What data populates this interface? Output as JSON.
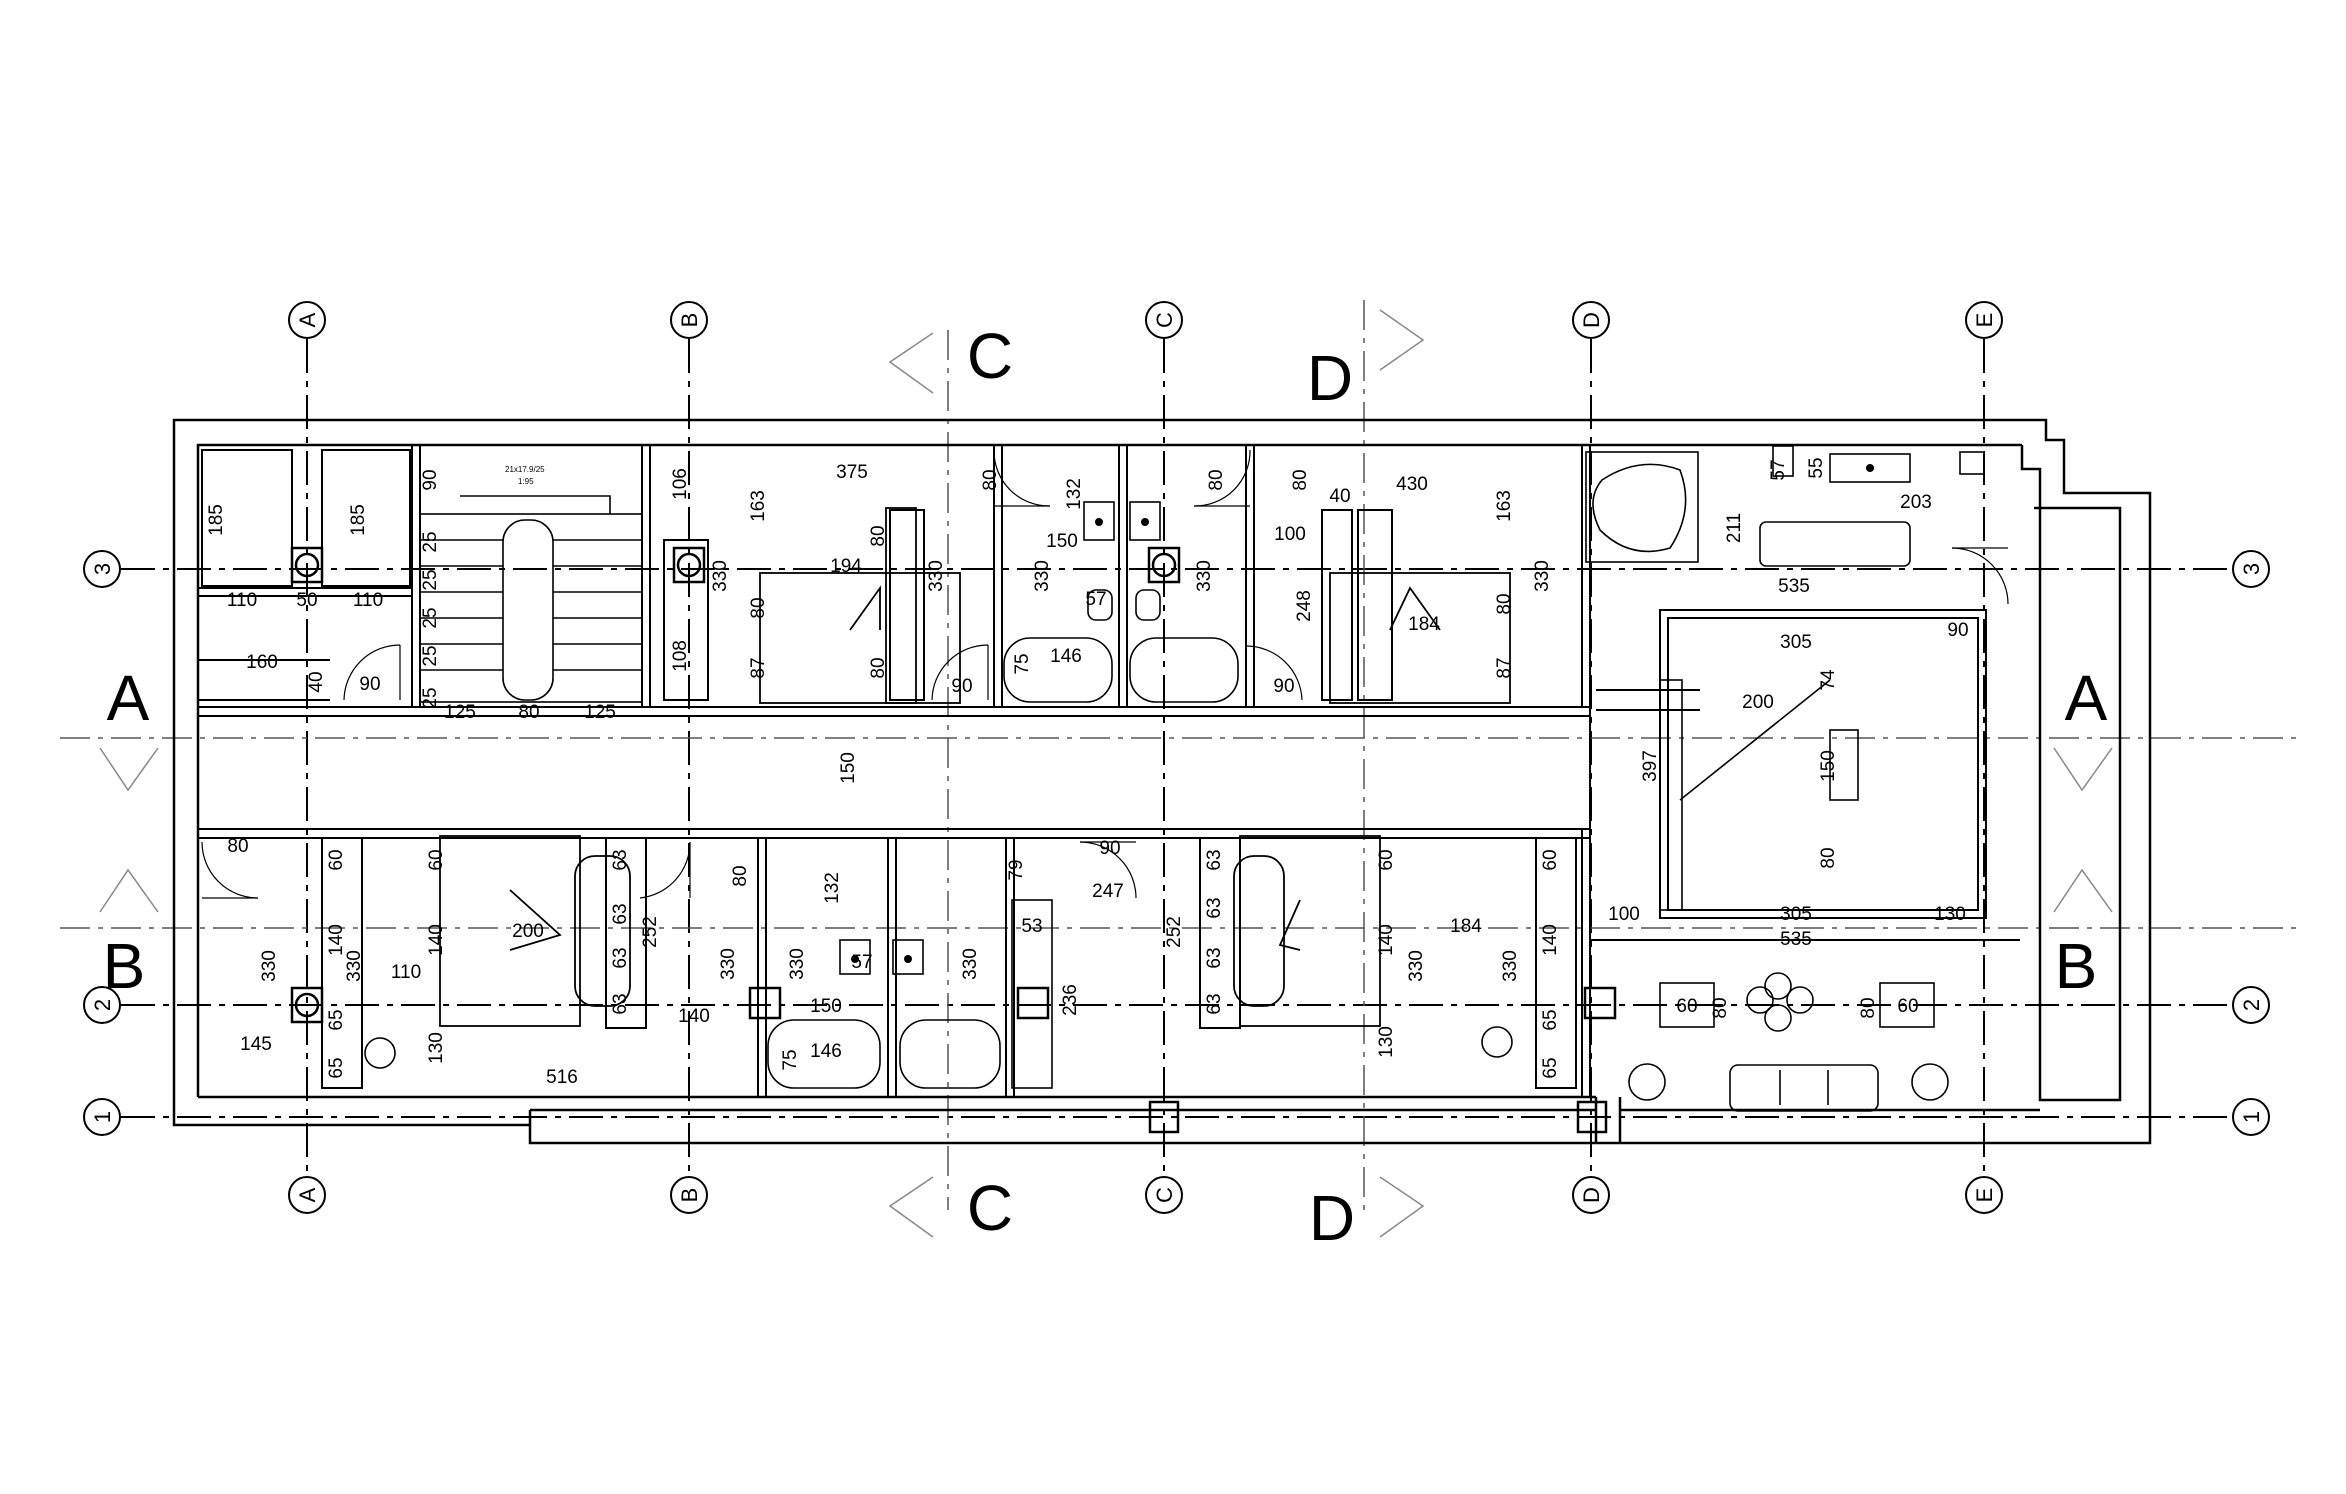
{
  "grid": {
    "columns": [
      "A",
      "B",
      "C",
      "D",
      "E"
    ],
    "rows": [
      "1",
      "2",
      "3"
    ]
  },
  "sections": {
    "c_top": "C",
    "d_top": "D",
    "c_bottom": "C",
    "d_bottom": "D",
    "a_left": "A",
    "a_right": "A",
    "b_left": "B",
    "b_right": "B"
  },
  "stair_note": {
    "line1": "21x17.9/25",
    "line2": "1:95"
  },
  "dimensions": {
    "d185a": "185",
    "d185b": "185",
    "d110a": "110",
    "d50": "50",
    "d110b": "110",
    "d160": "160",
    "d40": "40",
    "d90a": "90",
    "d90st": "90",
    "d25a": "25",
    "d25b": "25",
    "d25c": "25",
    "d25d": "25",
    "d25e": "25",
    "d125a": "125",
    "d80st": "80",
    "d125b": "125",
    "d106": "106",
    "d108": "108",
    "d375": "375",
    "d163a": "163",
    "d80r1a": "80",
    "d80r1b": "80",
    "d330r1a": "330",
    "d194": "194",
    "d80r1c": "80",
    "d87a": "87",
    "d80r1d": "80",
    "d330r1b": "330",
    "d90r1": "90",
    "d80r1e": "80",
    "d132a": "132",
    "d150a": "150",
    "d330b1": "330",
    "d57a": "57",
    "d75a": "75",
    "d146a": "146",
    "d330b2": "330",
    "d80r2a": "80",
    "d40r2": "40",
    "d430": "430",
    "d100a": "100",
    "d163b": "163",
    "d248": "248",
    "d184a": "184",
    "d80r2b": "80",
    "d87b": "87",
    "d330r2": "330",
    "d90r2": "90",
    "d57m": "57",
    "d55": "55",
    "d203": "203",
    "d211": "211",
    "d535a": "535",
    "d305a": "305",
    "d90m": "90",
    "d200m": "200",
    "d74": "74",
    "d397": "397",
    "d150m": "150",
    "d80m": "80",
    "d100m": "100",
    "d305b": "305",
    "d130m": "130",
    "d535b": "535",
    "d60l": "60",
    "d80l": "80",
    "d80r": "80",
    "d60r": "60",
    "d150c": "150",
    "d80bl": "80",
    "d60b1": "60",
    "d60b2": "60",
    "d140b1": "140",
    "d330b3": "330",
    "d330b4": "330",
    "d200b": "200",
    "d140b2": "140",
    "d110b3": "110",
    "d65b1": "65",
    "d145": "145",
    "d130b": "130",
    "d65b2": "65",
    "d516": "516",
    "d63a": "63",
    "d63b": "63",
    "d63c": "63",
    "d63d": "63",
    "d252a": "252",
    "d140b3": "140",
    "d80bb": "80",
    "d132b": "132",
    "d330b5": "330",
    "d57b": "57",
    "d150b": "150",
    "d75b": "75",
    "d146b": "146",
    "d330b6": "330",
    "d79": "79",
    "d90bb": "90",
    "d247": "247",
    "d53": "53",
    "d236": "236",
    "d63e": "63",
    "d63f": "63",
    "d63g": "63",
    "d63h": "63",
    "d252b": "252",
    "d60b3": "60",
    "d140b4": "140",
    "d330b7": "330",
    "d130b2": "130",
    "d184b": "184",
    "d330b8": "330",
    "d60b4": "60",
    "d140b5": "140",
    "d65b3": "65",
    "d65b4": "65"
  }
}
